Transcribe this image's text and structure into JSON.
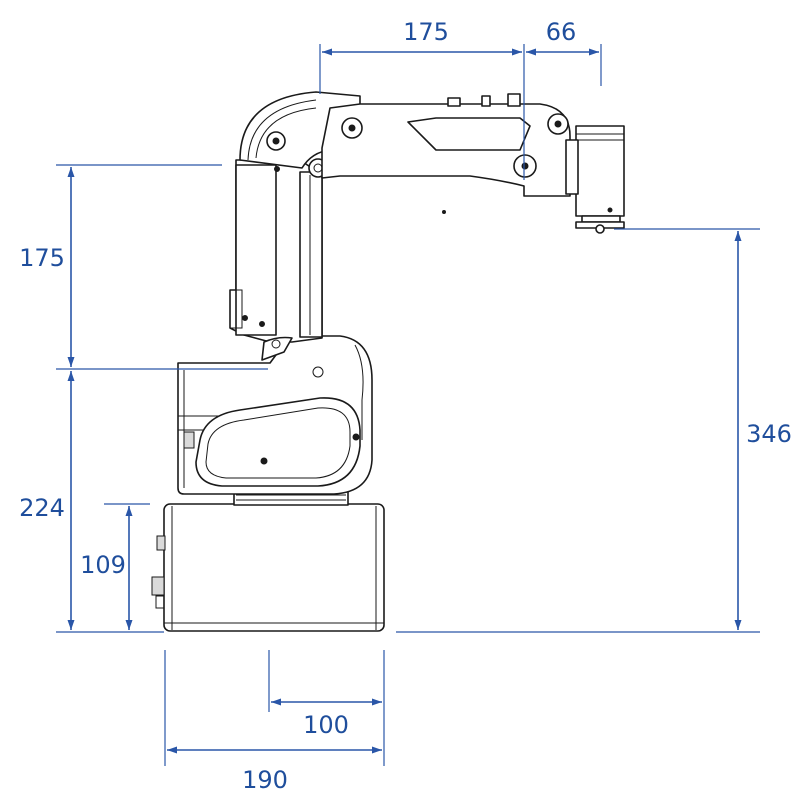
{
  "dimensions": {
    "top_arm_reach": "175",
    "top_end_offset": "66",
    "left_upper_arm": "175",
    "right_total_height": "346",
    "left_shoulder_height": "224",
    "left_base_height": "109",
    "bottom_offset": "100",
    "bottom_base_width": "190"
  },
  "colors": {
    "dimension": "#2a56a8",
    "robot_outline": "#1a1a1a"
  }
}
